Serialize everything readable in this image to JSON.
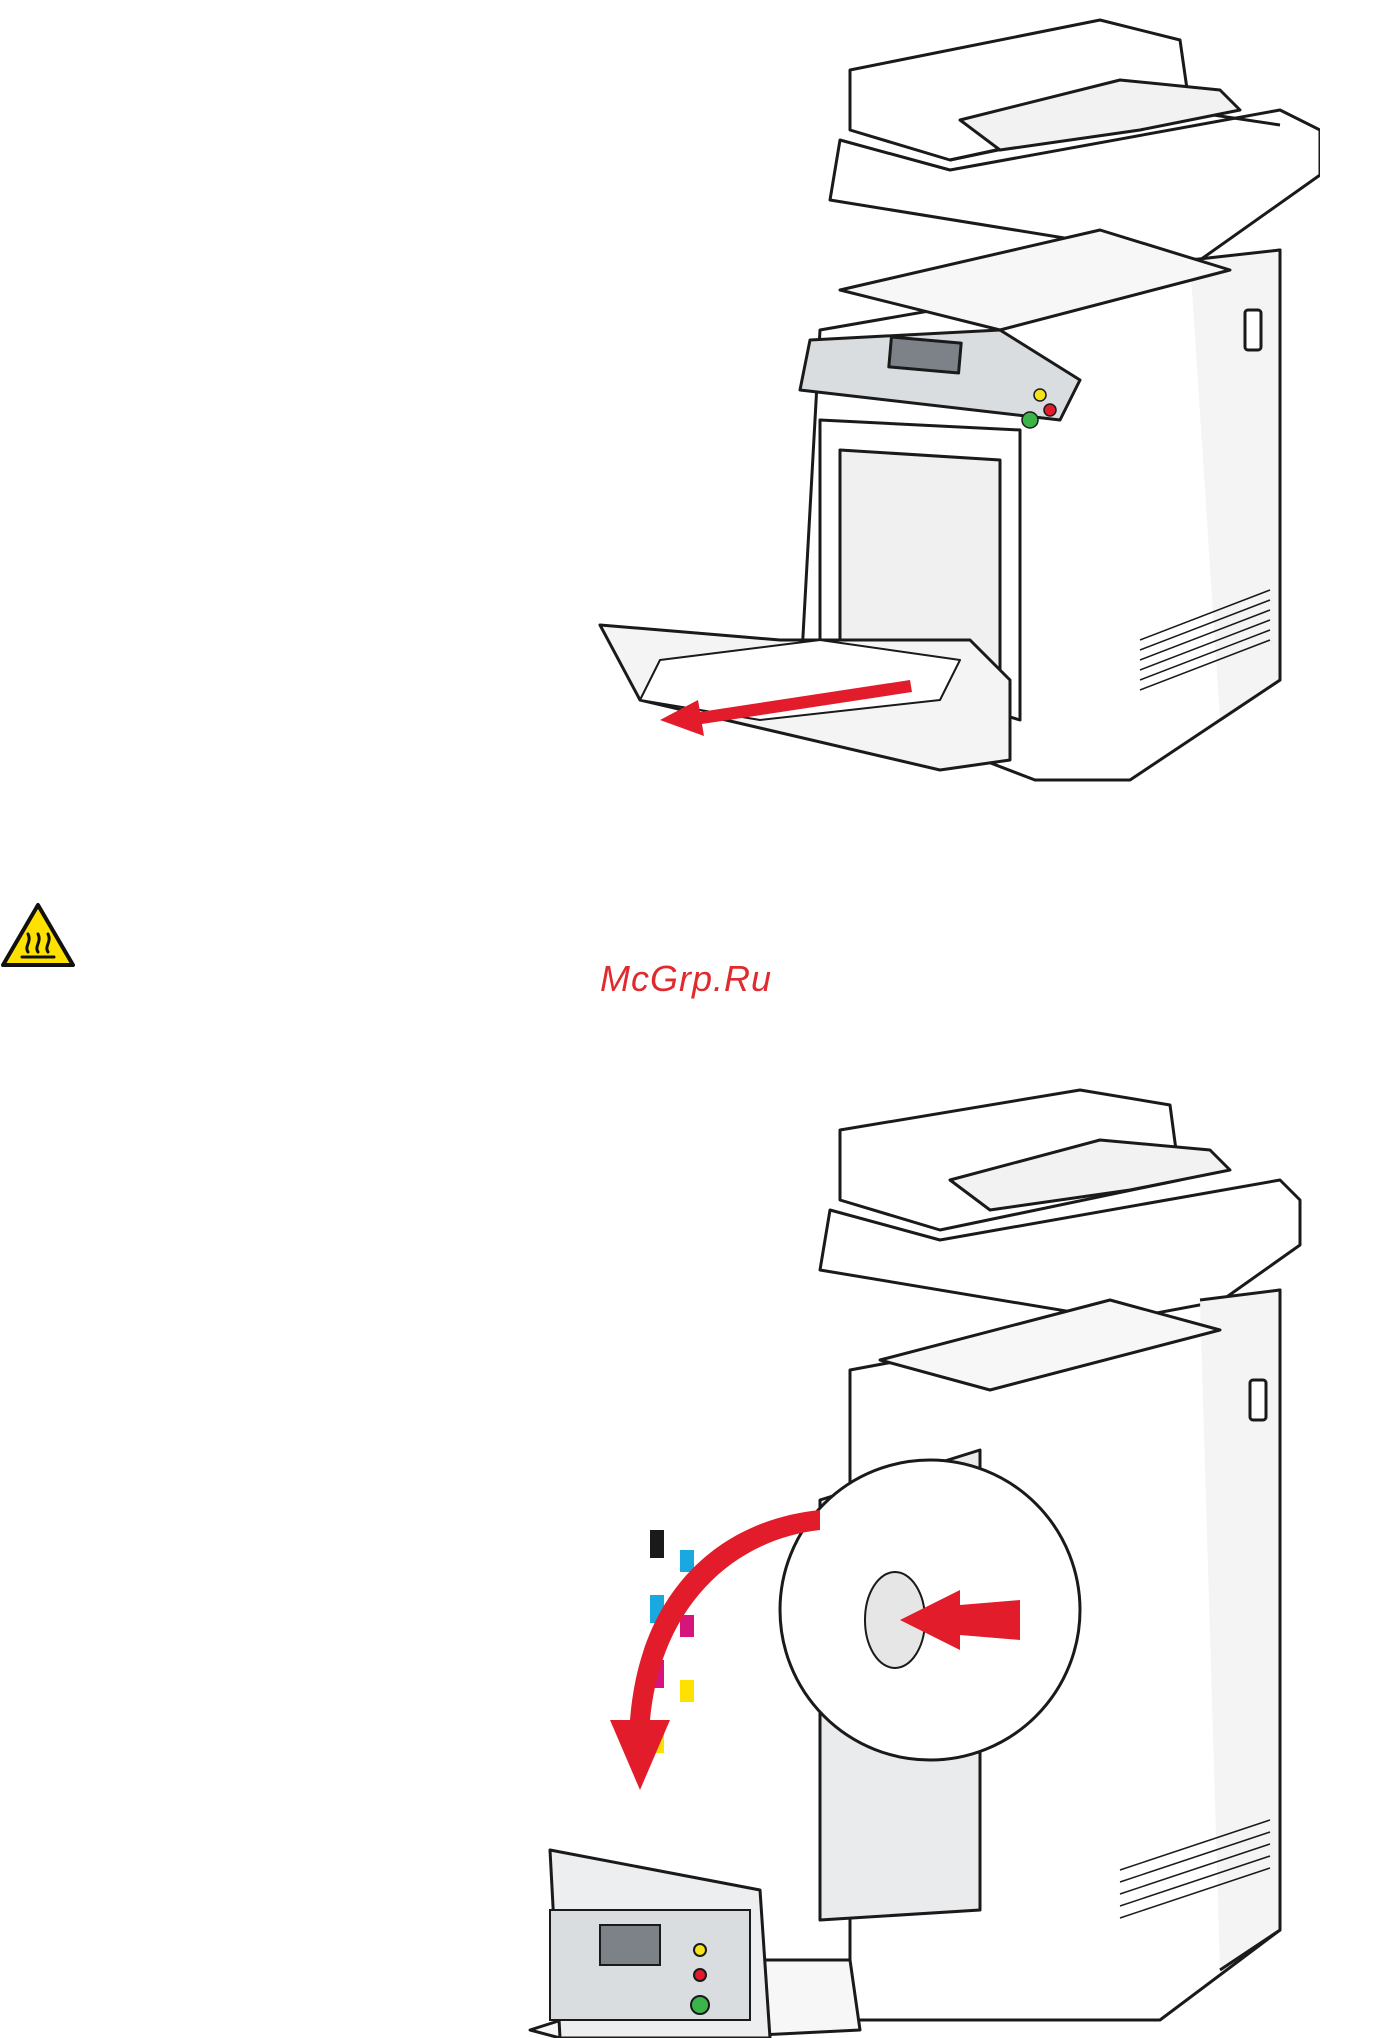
{
  "watermark": {
    "text": "McGrp.Ru",
    "color": "#e02a2e"
  },
  "icons": {
    "caution": "hot-surface-caution-icon"
  },
  "figures": [
    {
      "name": "printer-front-mp-feeder-jam-illustration"
    },
    {
      "name": "printer-front-door-open-illustration"
    }
  ],
  "colors": {
    "arrow": "#e21c2a",
    "caution_fill": "#ffe100",
    "toner_black": "#1a1a1a",
    "toner_cyan": "#19a8e0",
    "toner_magenta": "#d6157c",
    "toner_yellow": "#ffe100"
  }
}
